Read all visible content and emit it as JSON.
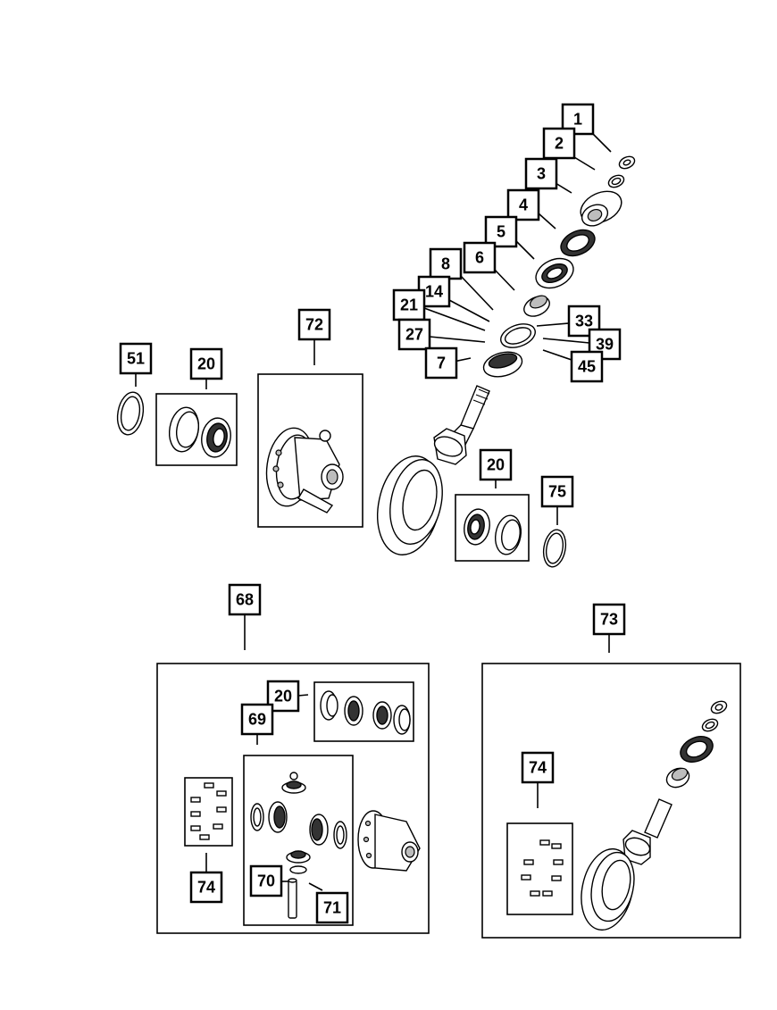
{
  "callouts": {
    "c1": "1",
    "c2": "2",
    "c3": "3",
    "c4": "4",
    "c5": "5",
    "c6": "6",
    "c7": "7",
    "c8": "8",
    "c14": "14",
    "c20a": "20",
    "c20b": "20",
    "c20c": "20",
    "c21": "21",
    "c27": "27",
    "c33": "33",
    "c39": "39",
    "c45": "45",
    "c51": "51",
    "c68": "68",
    "c69": "69",
    "c70": "70",
    "c71": "71",
    "c72": "72",
    "c73": "73",
    "c74a": "74",
    "c74b": "74",
    "c75": "75"
  }
}
